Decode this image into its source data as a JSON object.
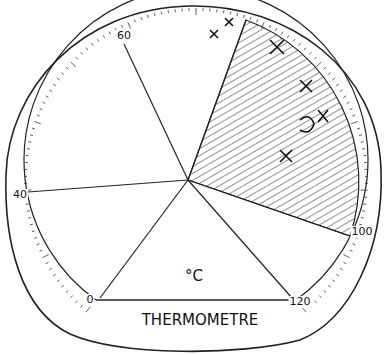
{
  "diagram": {
    "labels": [
      "60",
      "40",
      "0",
      "120",
      "100",
      "°C",
      "THERMOMETRE"
    ]
  }
}
